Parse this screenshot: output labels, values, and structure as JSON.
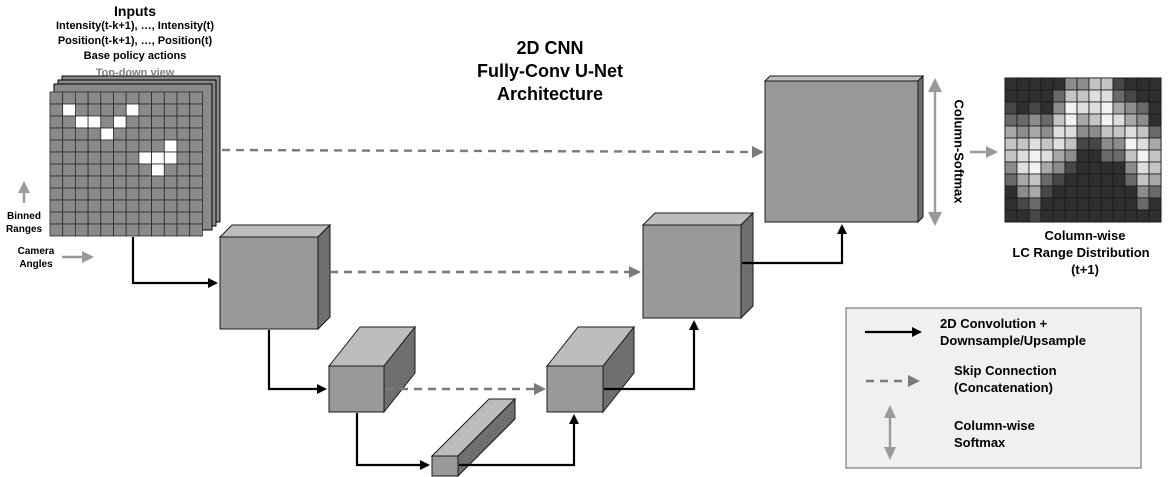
{
  "title": {
    "line1": "2D CNN",
    "line2": "Fully-Conv U-Net",
    "line3": "Architecture"
  },
  "inputs": {
    "heading": "Inputs",
    "line1": "Intensity(t-k+1), …, Intensity(t)",
    "line2": "Position(t-k+1), …, Position(t)",
    "line3": "Base policy actions",
    "view_label": "Top-down view"
  },
  "axis_labels": {
    "binned_ranges_1": "Binned",
    "binned_ranges_2": "Ranges",
    "camera_angles_1": "Camera",
    "camera_angles_2": "Angles"
  },
  "column_softmax": "Column-Softmax",
  "output": {
    "line1": "Column-wise",
    "line2": "LC Range Distribution",
    "line3": "(t+1)"
  },
  "legend": {
    "conv_1": "2D Convolution +",
    "conv_2": "Downsample/Upsample",
    "skip_1": "Skip Connection",
    "skip_2": "(Concatenation)",
    "softmax_1": "Column-wise",
    "softmax_2": "Softmax"
  },
  "colors": {
    "block_front": "#999999",
    "block_top": "#bdbdbd",
    "block_side": "#6f6f6f",
    "skip_arrow": "#7a7a7a",
    "legend_bg": "#f0f0f0"
  }
}
